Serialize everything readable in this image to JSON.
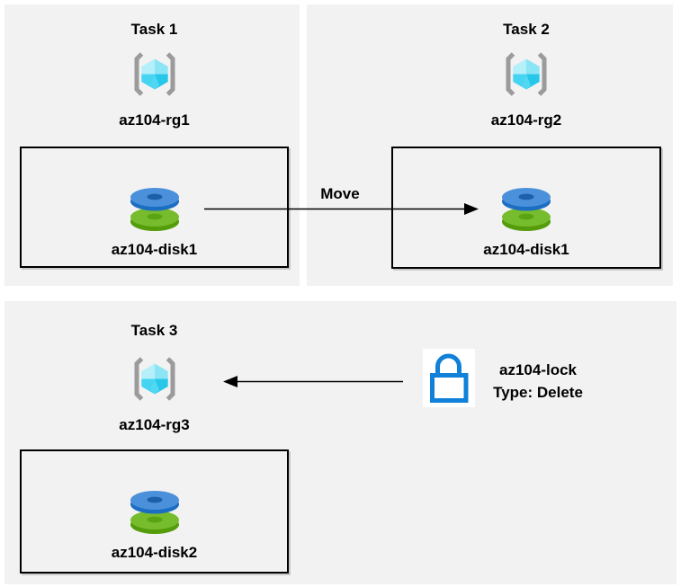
{
  "tasks": [
    {
      "title": "Task 1",
      "resource_group": "az104-rg1",
      "disk": "az104-disk1"
    },
    {
      "title": "Task 2",
      "resource_group": "az104-rg2",
      "disk": "az104-disk1"
    },
    {
      "title": "Task 3",
      "resource_group": "az104-rg3",
      "disk": "az104-disk2"
    }
  ],
  "move_arrow": {
    "label": "Move"
  },
  "lock": {
    "name": "az104-lock",
    "type": "Type: Delete"
  },
  "icons": {
    "resource_group": "azure-resource-group-icon",
    "disk": "azure-disk-icon",
    "lock": "azure-lock-icon",
    "move_arrow": "right-arrow-icon",
    "lock_arrow": "left-arrow-icon"
  },
  "colors": {
    "canvas_bg": "#ffffff",
    "panel_bg": "#f2f2f2",
    "box_border": "#000000",
    "box_shadow": "#c9c9c9",
    "arrow": "#000000",
    "text": "#000000",
    "bracket_gray": "#9b9b9b",
    "cube_top_left": "#b5eff9",
    "cube_top_right": "#8ce5f4",
    "cube_left": "#45d4f2",
    "cube_right": "#27c7ea",
    "cube_front": "#52d7f3",
    "disk_blue_face": "#4a90da",
    "disk_blue_side": "#1b6ec2",
    "disk_blue_hole": "#1d5fa8",
    "disk_green_face": "#76bc2d",
    "disk_green_side": "#549c0a",
    "disk_green_hole": "#5aa313",
    "lock_blue": "#1080d8",
    "lock_bg": "#ffffff"
  }
}
